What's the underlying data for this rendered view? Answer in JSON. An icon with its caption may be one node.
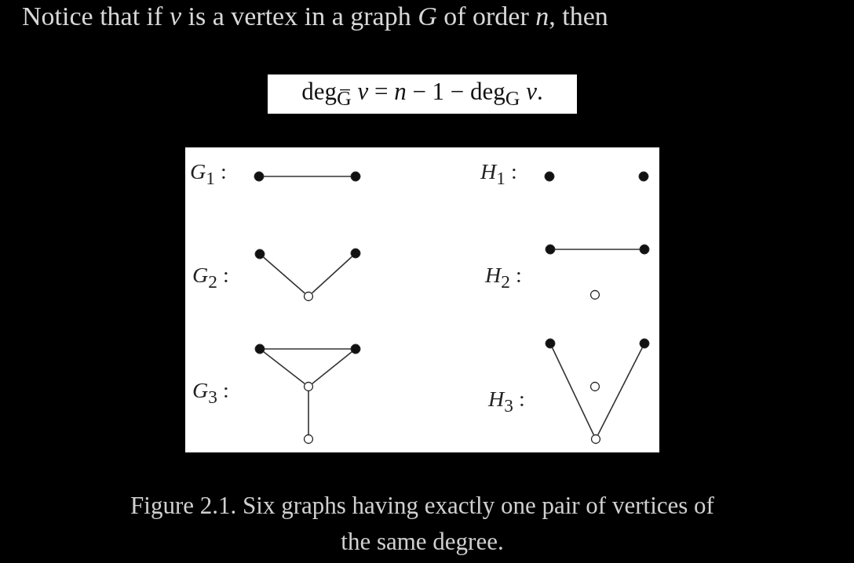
{
  "diagram": {
    "caption": "Figure 2.1. Six graphs having exactly one pair of vertices of the same degree.",
    "nodes": [
      {
        "text": [],
        "shape": "circle"
      },
      {
        "text": [],
        "shape": "circle"
      },
      {
        "text": [],
        "shape": "circle"
      },
      {
        "text": [],
        "shape": "circle"
      },
      {
        "text": [],
        "shape": "circle"
      },
      {
        "text": [],
        "shape": "circle"
      },
      {
        "text": [],
        "shape": "circle"
      },
      {
        "text": [],
        "shape": "circle"
      },
      {
        "text": [],
        "shape": "circle"
      },
      {
        "text": [],
        "shape": "circle"
      },
      {
        "text": [],
        "shape": "circle"
      },
      {
        "text": [],
        "shape": "circle"
      },
      {
        "text": [],
        "shape": "circle"
      },
      {
        "text": [],
        "shape": "circle"
      },
      {
        "text": [],
        "shape": "circle"
      },
      {
        "text": [],
        "shape": "circle"
      },
      {
        "text": [],
        "shape": "circle"
      },
      {
        "text": [],
        "shape": "circle"
      }
    ],
    "edges": [
      {
        "from": 0,
        "to": 1,
        "arrow": "none"
      },
      {
        "from": 2,
        "to": 4,
        "arrow": "none"
      },
      {
        "from": 3,
        "to": 4,
        "arrow": "none"
      },
      {
        "from": 5,
        "to": 6,
        "arrow": "none"
      },
      {
        "from": 5,
        "to": 7,
        "arrow": "none"
      },
      {
        "from": 6,
        "to": 7,
        "arrow": "none"
      },
      {
        "from": 7,
        "to": 8,
        "arrow": "none"
      },
      {
        "from": 11,
        "to": 12,
        "arrow": "none"
      },
      {
        "from": 14,
        "to": 17,
        "arrow": "none"
      },
      {
        "from": 15,
        "to": 17,
        "arrow": "none"
      }
    ],
    "labels": [
      "Notice that if *v* is a vertex in a graph *G* of order *n*, then",
      "deg$_{G̅}$ *v* = *n* − 1 − deg$_{G}$ *v*.",
      "*G*$_{1}$ :",
      "*H*$_{1}$ :",
      "*G*$_{2}$ :",
      "*H*$_{2}$ :",
      "*G*$_{3}$ :",
      "*H*$_{3}$ :"
    ]
  }
}
